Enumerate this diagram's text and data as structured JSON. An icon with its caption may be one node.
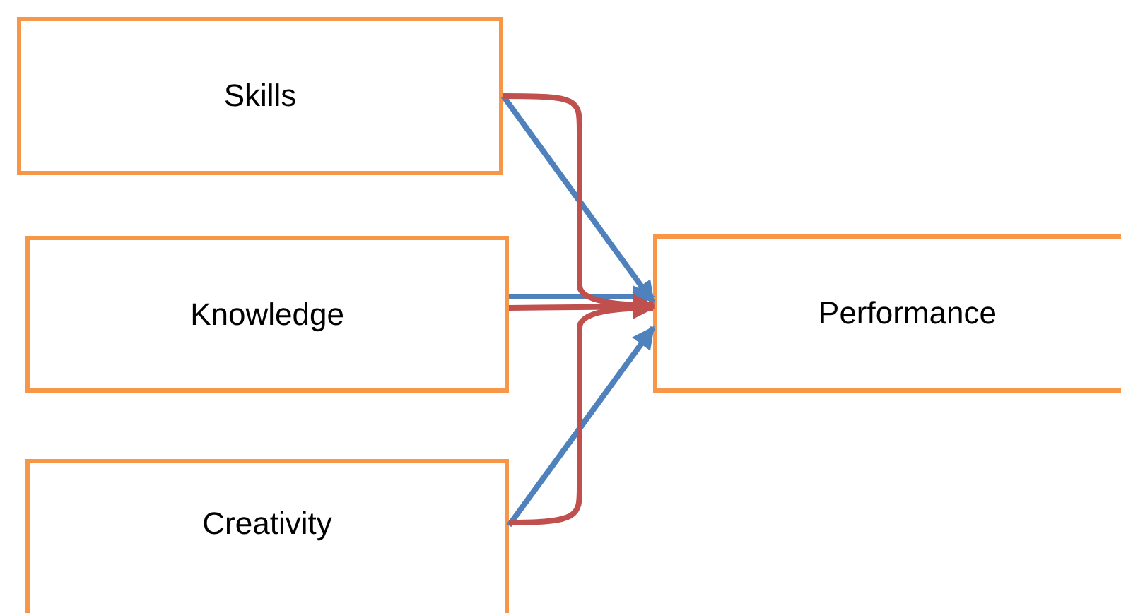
{
  "diagram": {
    "nodes": [
      {
        "text": [
          "Skills"
        ]
      },
      {
        "text": [
          "Knowledge"
        ]
      },
      {
        "text": [
          "Creativity"
        ]
      },
      {
        "text": [
          "Performance"
        ]
      }
    ],
    "edges": [
      {
        "from": 0,
        "to": 3,
        "arrow": "to",
        "color": "#4f81bd"
      },
      {
        "from": 1,
        "to": 3,
        "arrow": "to",
        "color": "#4f81bd"
      },
      {
        "from": 2,
        "to": 3,
        "arrow": "to",
        "color": "#4f81bd"
      },
      {
        "from": 0,
        "to": 3,
        "arrow": "to",
        "color": "#c0504d"
      },
      {
        "from": 1,
        "to": 3,
        "arrow": "to",
        "color": "#c0504d"
      },
      {
        "from": 2,
        "to": 3,
        "arrow": "to",
        "color": "#c0504d"
      }
    ]
  }
}
